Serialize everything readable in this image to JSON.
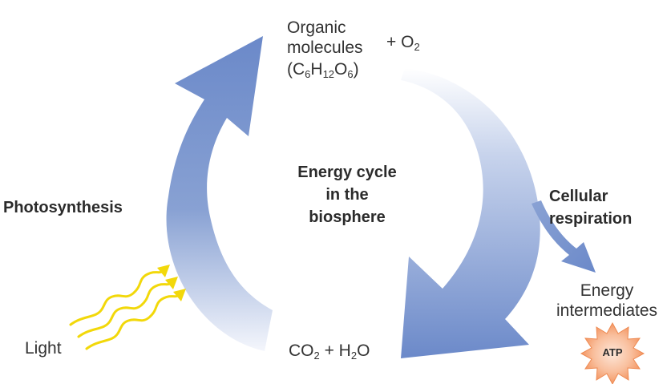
{
  "labels": {
    "organic": {
      "line1": "Organic",
      "line2": "molecules",
      "formula_parts": [
        "(C",
        "6",
        "H",
        "12",
        "O",
        "6",
        ")"
      ],
      "plus_o2": [
        "+ O",
        "2"
      ]
    },
    "center_title": {
      "line1": "Energy cycle",
      "line2": "in the",
      "line3": "biosphere"
    },
    "photosynthesis": "Photosynthesis",
    "cellular_respiration": {
      "line1": "Cellular",
      "line2": "respiration"
    },
    "light": "Light",
    "products": [
      "CO",
      "2",
      " + H",
      "2",
      "O"
    ],
    "energy_intermediates": {
      "line1": "Energy",
      "line2": "intermediates"
    },
    "atp": "ATP"
  },
  "colors": {
    "arrow_blue": "#6b89c9",
    "light_yellow": "#f2d80a",
    "atp_orange": "#f6a57a",
    "text": "#333333"
  }
}
